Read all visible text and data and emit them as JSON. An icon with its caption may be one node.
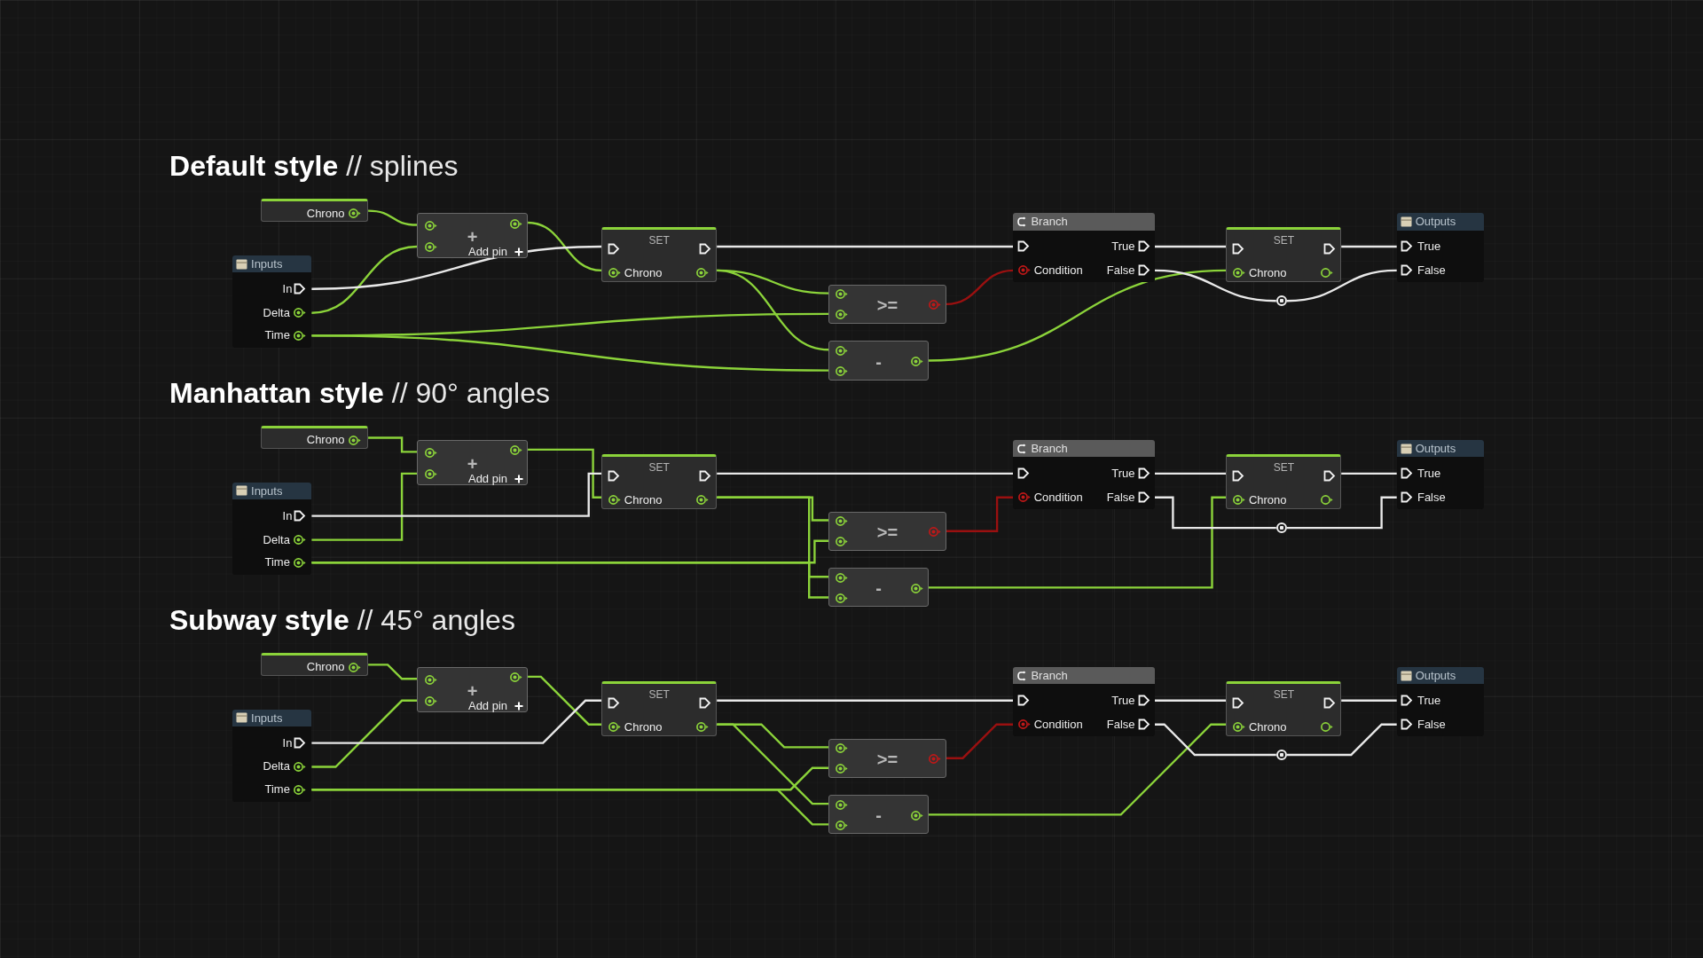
{
  "diagram": {
    "nodes": [
      {
        "text": [
          "Chrono"
        ]
      },
      {
        "text": [
          "Inputs",
          "In",
          "Delta",
          "Time"
        ]
      },
      {
        "text": [
          "+",
          "Add pin"
        ]
      },
      {
        "text": [
          "SET",
          "Chrono"
        ]
      },
      {
        "text": [
          ">="
        ]
      },
      {
        "text": [
          "-"
        ]
      },
      {
        "text": [
          "Branch",
          "True",
          "Condition",
          "False"
        ]
      },
      {
        "text": [
          "SET",
          "Chrono"
        ]
      },
      {
        "text": [],
        "shape": "circle"
      },
      {
        "text": [
          "Outputs",
          "True",
          "False"
        ]
      },
      {
        "text": [
          "Chrono"
        ]
      },
      {
        "text": [
          "Inputs",
          "In",
          "Delta",
          "Time"
        ]
      },
      {
        "text": [
          "+",
          "Add pin"
        ]
      },
      {
        "text": [
          "SET",
          "Chrono"
        ]
      },
      {
        "text": [
          ">="
        ]
      },
      {
        "text": [
          "-"
        ]
      },
      {
        "text": [
          "Branch",
          "True",
          "Condition",
          "False"
        ]
      },
      {
        "text": [
          "SET",
          "Chrono"
        ]
      },
      {
        "text": [],
        "shape": "circle"
      },
      {
        "text": [
          "Outputs",
          "True",
          "False"
        ]
      },
      {
        "text": [
          "Chrono"
        ]
      },
      {
        "text": [
          "Inputs",
          "In",
          "Delta",
          "Time"
        ]
      },
      {
        "text": [
          "+",
          "Add pin"
        ]
      },
      {
        "text": [
          "SET",
          "Chrono"
        ]
      },
      {
        "text": [
          ">="
        ]
      },
      {
        "text": [
          "-"
        ]
      },
      {
        "text": [
          "Branch",
          "True",
          "Condition",
          "False"
        ]
      },
      {
        "text": [
          "SET",
          "Chrono"
        ]
      },
      {
        "text": [],
        "shape": "circle"
      },
      {
        "text": [
          "Outputs",
          "True",
          "False"
        ]
      }
    ],
    "edges": [
      {
        "from": 0,
        "to": 2,
        "arrow": "none"
      },
      {
        "from": 1,
        "to": 2,
        "arrow": "none"
      },
      {
        "from": 2,
        "to": 3,
        "arrow": "none"
      },
      {
        "from": 1,
        "to": 3,
        "arrow": "none",
        "color": "#e8e8e8"
      },
      {
        "from": 3,
        "to": 6,
        "arrow": "none",
        "color": "#e8e8e8"
      },
      {
        "from": 3,
        "to": 4,
        "arrow": "none"
      },
      {
        "from": 3,
        "to": 5,
        "arrow": "none"
      },
      {
        "from": 1,
        "to": 4,
        "arrow": "none"
      },
      {
        "from": 1,
        "to": 5,
        "arrow": "none"
      },
      {
        "from": 4,
        "to": 6,
        "arrow": "none",
        "color": "#9a1010"
      },
      {
        "from": 5,
        "to": 7,
        "arrow": "none"
      },
      {
        "from": 6,
        "to": 7,
        "arrow": "none",
        "color": "#e8e8e8"
      },
      {
        "from": 7,
        "to": 9,
        "arrow": "none",
        "color": "#e8e8e8"
      },
      {
        "from": 6,
        "to": 8,
        "arrow": "none",
        "color": "#e8e8e8"
      },
      {
        "from": 8,
        "to": 9,
        "arrow": "none",
        "color": "#e8e8e8"
      },
      {
        "from": 10,
        "to": 12,
        "arrow": "none"
      },
      {
        "from": 11,
        "to": 12,
        "arrow": "none"
      },
      {
        "from": 12,
        "to": 13,
        "arrow": "none"
      },
      {
        "from": 11,
        "to": 13,
        "arrow": "none",
        "color": "#e8e8e8"
      },
      {
        "from": 13,
        "to": 16,
        "arrow": "none",
        "color": "#e8e8e8"
      },
      {
        "from": 13,
        "to": 14,
        "arrow": "none"
      },
      {
        "from": 13,
        "to": 15,
        "arrow": "none"
      },
      {
        "from": 11,
        "to": 14,
        "arrow": "none"
      },
      {
        "from": 11,
        "to": 15,
        "arrow": "none"
      },
      {
        "from": 14,
        "to": 16,
        "arrow": "none",
        "color": "#9a1010"
      },
      {
        "from": 15,
        "to": 17,
        "arrow": "none"
      },
      {
        "from": 16,
        "to": 17,
        "arrow": "none",
        "color": "#e8e8e8"
      },
      {
        "from": 17,
        "to": 19,
        "arrow": "none",
        "color": "#e8e8e8"
      },
      {
        "from": 16,
        "to": 18,
        "arrow": "none",
        "color": "#e8e8e8"
      },
      {
        "from": 18,
        "to": 19,
        "arrow": "none",
        "color": "#e8e8e8"
      },
      {
        "from": 20,
        "to": 22,
        "arrow": "none"
      },
      {
        "from": 21,
        "to": 22,
        "arrow": "none"
      },
      {
        "from": 22,
        "to": 23,
        "arrow": "none"
      },
      {
        "from": 21,
        "to": 23,
        "arrow": "none",
        "color": "#e8e8e8"
      },
      {
        "from": 23,
        "to": 26,
        "arrow": "none",
        "color": "#e8e8e8"
      },
      {
        "from": 23,
        "to": 24,
        "arrow": "none"
      },
      {
        "from": 23,
        "to": 25,
        "arrow": "none"
      },
      {
        "from": 21,
        "to": 24,
        "arrow": "none"
      },
      {
        "from": 21,
        "to": 25,
        "arrow": "none"
      },
      {
        "from": 24,
        "to": 26,
        "arrow": "none",
        "color": "#9a1010"
      },
      {
        "from": 25,
        "to": 27,
        "arrow": "none"
      },
      {
        "from": 26,
        "to": 27,
        "arrow": "none",
        "color": "#e8e8e8"
      },
      {
        "from": 27,
        "to": 29,
        "arrow": "none",
        "color": "#e8e8e8"
      },
      {
        "from": 26,
        "to": 28,
        "arrow": "none",
        "color": "#e8e8e8"
      },
      {
        "from": 28,
        "to": 29,
        "arrow": "none",
        "color": "#e8e8e8"
      }
    ],
    "labels": [
      "**Default style** // splines",
      "**Manhattan style** // 90° angles",
      "**Subway style** // 45° angles"
    ]
  }
}
